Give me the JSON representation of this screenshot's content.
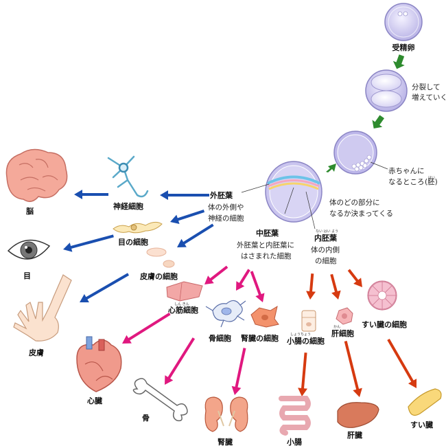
{
  "stages": {
    "fertilized_egg": "受精卵",
    "divide_note_1": "分裂して",
    "divide_note_2": "増えていく",
    "embryo_note_1": "赤ちゃんに",
    "embryo_note_2": "なるところ",
    "embryo_kanji": "(胚)",
    "embryo_ruby": "はい",
    "fate_note_1": "体のどの部分に",
    "fate_note_2": "なるか決まってくる"
  },
  "layers": {
    "ectoderm": {
      "title": "外胚葉",
      "desc_1": "体の外側や",
      "desc_2": "神経の細胞"
    },
    "mesoderm": {
      "title": "中胚葉",
      "desc_1": "外胚葉と内胚葉に",
      "desc_2": "はさまれた細胞"
    },
    "endoderm": {
      "title": "内胚葉",
      "ruby": "ない はい よう",
      "desc_1": "体の内側",
      "desc_2": "の細胞"
    }
  },
  "cells": {
    "nerve_cell": "神経細胞",
    "eye_cell": "目の細胞",
    "skin_cell": "皮膚の細胞",
    "heart_muscle_cell": "心筋細胞",
    "heart_muscle_ruby": "しん きん",
    "bone_cell": "骨細胞",
    "kidney_cell": "腎臓の細胞",
    "intestine_cell": "小腸の細胞",
    "intestine_ruby": "しょうちょう",
    "liver_cell": "肝細胞",
    "liver_ruby": "かん",
    "pancreas_cell": "すい臓の細胞"
  },
  "organs": {
    "brain": "脳",
    "eye": "目",
    "skin": "皮膚",
    "heart": "心臓",
    "bone": "骨",
    "kidney": "腎臓",
    "small_intestine": "小腸",
    "liver": "肝臓",
    "pancreas": "すい臓"
  },
  "colors": {
    "green_arrow": "#2e8b2e",
    "blue_arrow": "#1a4fb0",
    "magenta_arrow": "#e0187f",
    "red_arrow": "#d63a10",
    "egg_purple": "#c8c4ec",
    "organ_pink": "#f4a99a"
  }
}
